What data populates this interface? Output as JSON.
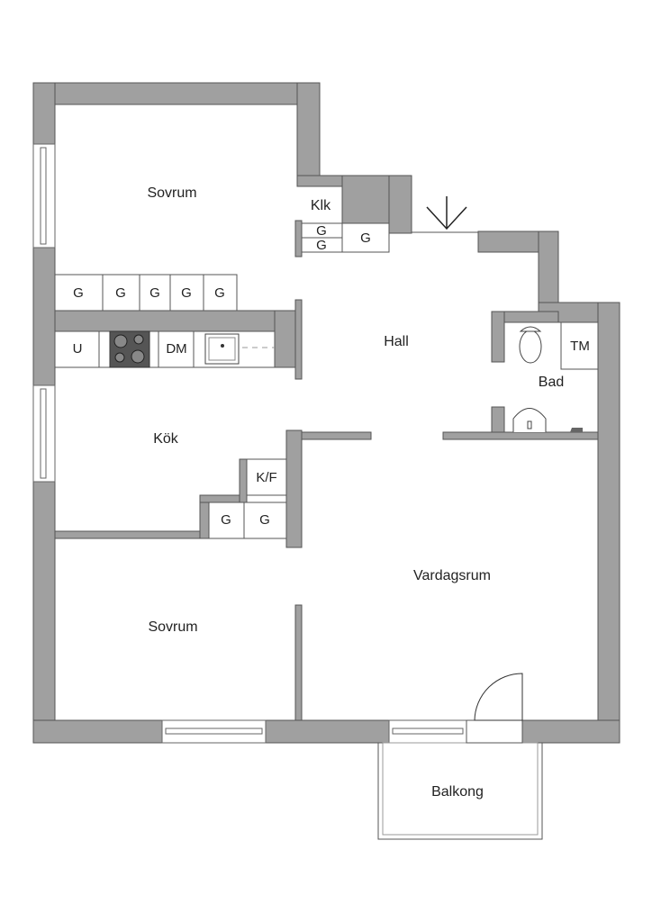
{
  "rooms": {
    "bedroom_top": "Sovrum",
    "closet": "Klk",
    "hall": "Hall",
    "bath": "Bad",
    "kitchen": "Kök",
    "living": "Vardagsrum",
    "bedroom_bottom": "Sovrum",
    "balcony": "Balkong"
  },
  "fixtures": {
    "wardrobe": "G",
    "fridge": "K/F",
    "washer": "TM",
    "freezer": "U",
    "dishwasher": "DM"
  },
  "colors": {
    "wall": "#a0a0a0",
    "stove": "#555555"
  }
}
